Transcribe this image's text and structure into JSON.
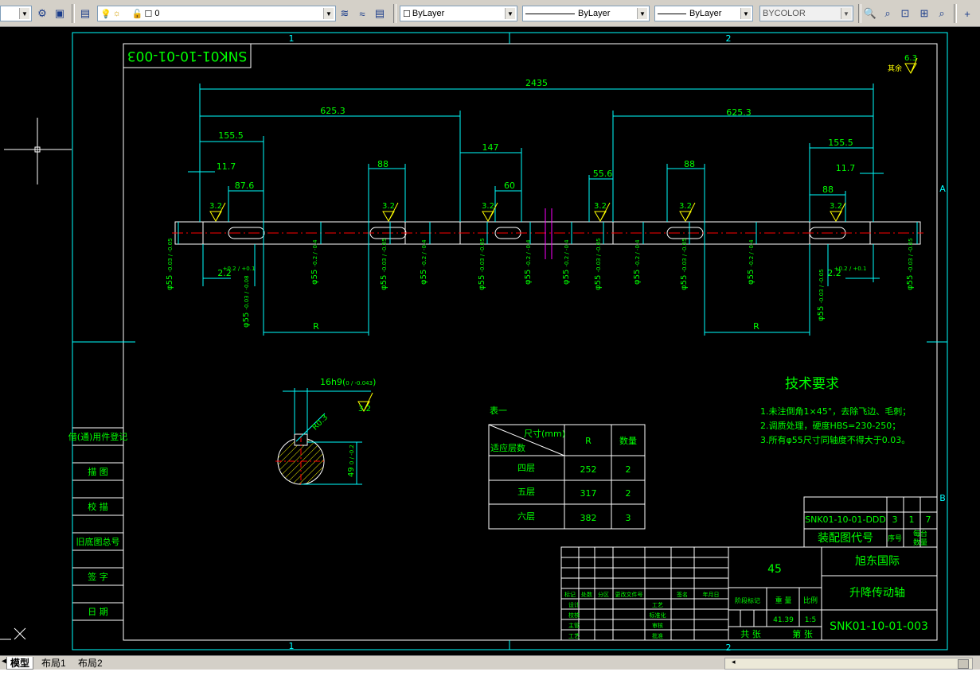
{
  "toolbar": {
    "layer_name": "0",
    "color_value": "ByLayer",
    "linetype_value": "ByLayer",
    "lineweight_value": "ByLayer",
    "plotstyle_value": "BYCOLOR"
  },
  "tabs": [
    "模型",
    "布局1",
    "布局2"
  ],
  "colors": {
    "cyan": "#00ffff",
    "green": "#00ff00",
    "yellow": "#ffff00",
    "red": "#ff0000",
    "white": "#ffffff",
    "magenta": "#ff00ff"
  },
  "drawing": {
    "stamp": "SNK01-10-01-003",
    "zones": {
      "top_1": "1",
      "top_2": "2",
      "bottom_1": "1",
      "bottom_2": "2",
      "right_a": "A",
      "right_b": "B"
    },
    "roughness_general": {
      "label": "其余",
      "value": "6.3"
    },
    "dims": {
      "overall": "2435",
      "left_625": "625.3",
      "right_625": "625.3",
      "left_155": "155.5",
      "right_155": "155.5",
      "d147": "147",
      "left_11": "11.7",
      "right_11": "11.7",
      "d87": "87.6",
      "d88a": "88",
      "d55": "55.6",
      "d60": "60",
      "d88b": "88",
      "d88c": "88",
      "rough": "3.2",
      "left_22": "2.2",
      "right_22": "2.2",
      "tol_22": "+0.2 / +0.1",
      "R_left": "R",
      "R_right": "R"
    },
    "diameters": [
      {
        "id": "d1",
        "base": "φ55",
        "tol": "-0.03 / -0.05"
      },
      {
        "id": "d2",
        "base": "φ55",
        "tol": "-0.03 / -0.08"
      },
      {
        "id": "d3",
        "base": "φ55",
        "tol": "-0.2 / -0.4"
      },
      {
        "id": "d4",
        "base": "φ55",
        "tol": "-0.03 / -0.05"
      },
      {
        "id": "d5",
        "base": "φ55",
        "tol": "-0.2 / -0.4"
      },
      {
        "id": "d6",
        "base": "φ55",
        "tol": "-0.03 / -0.05"
      },
      {
        "id": "d7",
        "base": "φ55",
        "tol": "-0.2 / -0.4"
      },
      {
        "id": "d8",
        "base": "φ55",
        "tol": "-0.2 / -0.4"
      },
      {
        "id": "d9",
        "base": "φ55",
        "tol": "-0.03 / -0.05"
      },
      {
        "id": "d10",
        "base": "φ55",
        "tol": "-0.2 / -0.4"
      },
      {
        "id": "d11",
        "base": "φ55",
        "tol": "-0.03 / -0.05"
      },
      {
        "id": "d12",
        "base": "φ55",
        "tol": "-0.2 / -0.4"
      },
      {
        "id": "d13",
        "base": "φ55",
        "tol": "-0.03 / -0.05"
      },
      {
        "id": "d14",
        "base": "φ55",
        "tol": "-0.03 / -0.05"
      }
    ],
    "section": {
      "keyway": "16h9",
      "keyway_tol": "0 / -0.043",
      "radius": "R0.3",
      "rough": "3.2",
      "depth": "49",
      "depth_tol": "0 / -0.2"
    },
    "tech_req": {
      "title": "技术要求",
      "lines": [
        "1.未注倒角1×45°，去除飞边、毛刺；",
        "2.调质处理，硬度HBS=230-250；",
        "3.所有φ55尺寸同轴度不得大于0.03。"
      ]
    },
    "table1": {
      "title": "表一",
      "header_top": "尺寸(mm)",
      "header_left": "适应层数",
      "header_r": "R",
      "header_qty": "数量",
      "rows": [
        {
          "layer": "四层",
          "r": "252",
          "qty": "2"
        },
        {
          "layer": "五层",
          "r": "317",
          "qty": "2"
        },
        {
          "layer": "六层",
          "r": "382",
          "qty": "3"
        }
      ]
    },
    "side_block": [
      "借(通)用件登记",
      "描 图",
      "校 描",
      "旧底图总号",
      "签 字",
      "日 期"
    ],
    "assembly": {
      "code": "SNK01-10-01-DDD",
      "c1": "3",
      "c2": "1",
      "c3": "7",
      "label": "装配图代号",
      "h1": "序号",
      "h2": "每台",
      "h3": "数量"
    },
    "title_block": {
      "material": "45",
      "company": "旭东国际",
      "part_name": "升降传动轴",
      "drawing_no": "SNK01-10-01-003",
      "stage": "阶段标记",
      "weight_label": "重 量",
      "scale_label": "比例",
      "weight": "41.39",
      "scale": "1:5",
      "total": "共 张",
      "sheet": "第 张",
      "rev_headers": [
        "标记",
        "处数",
        "分区",
        "更改文件号",
        "签名",
        "年月日"
      ],
      "roles_left": [
        "设计",
        "校核",
        "主管",
        "工艺"
      ],
      "roles_right": [
        "工艺",
        "标准化",
        "审核",
        "批准"
      ]
    }
  }
}
